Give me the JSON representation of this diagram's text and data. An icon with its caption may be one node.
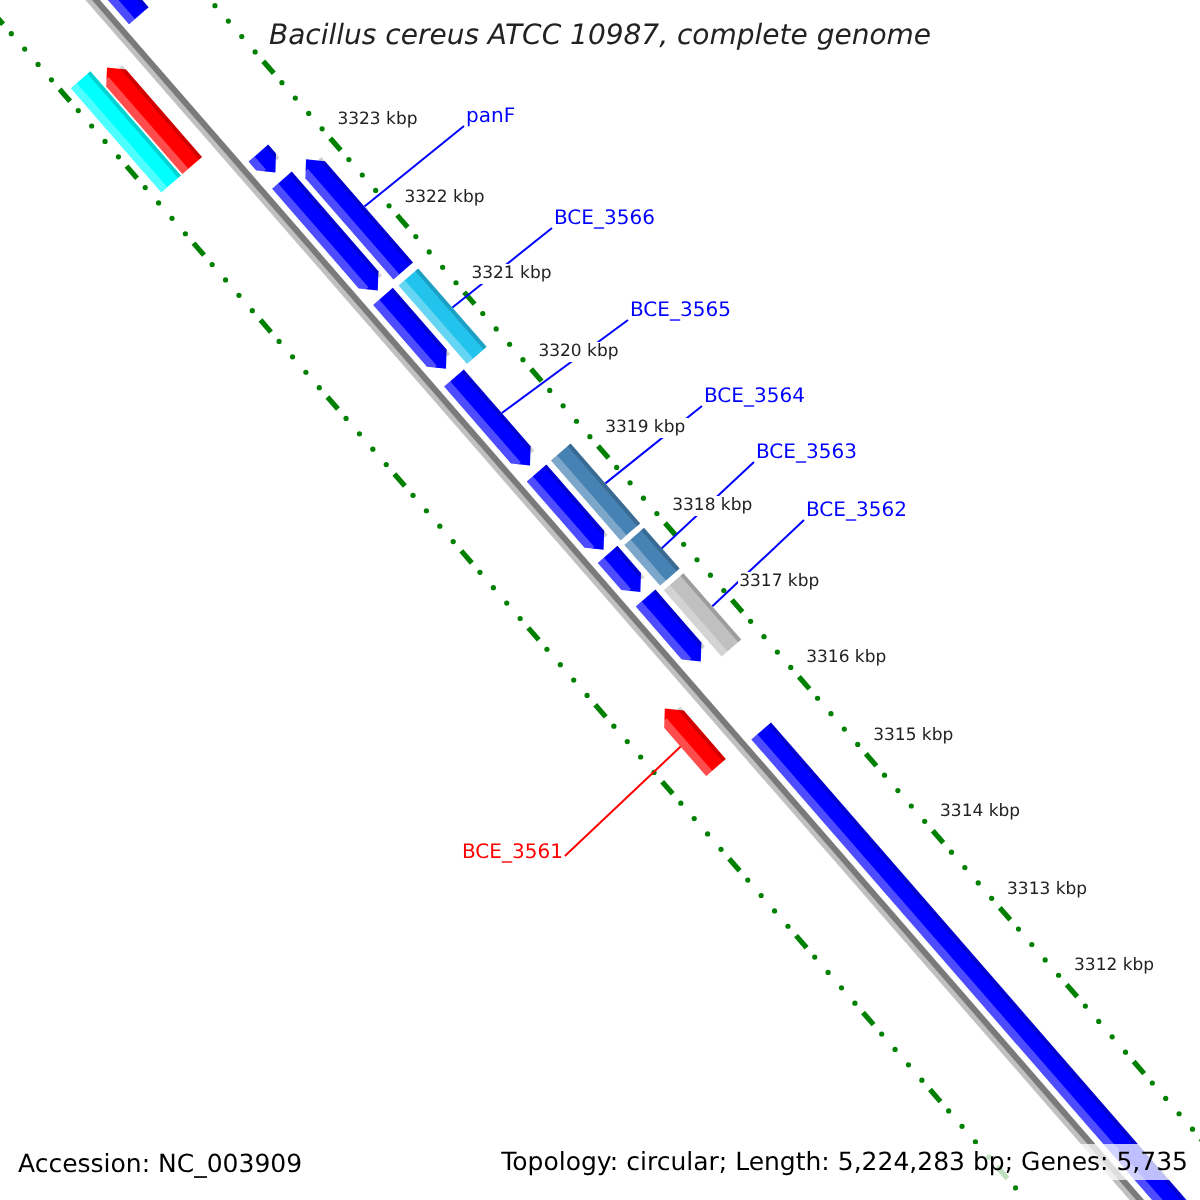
{
  "diagram": {
    "title": "Bacillus cereus ATCC 10987, complete genome",
    "nodes": [
      {
        "text": [],
        "shape": "box"
      },
      {
        "text": [],
        "shape": "box"
      },
      {
        "text": [],
        "shape": "arrow"
      },
      {
        "text": [
          "panF"
        ]
      },
      {
        "text": [],
        "shape": "arrow"
      },
      {
        "text": [],
        "shape": "arrow"
      },
      {
        "text": [],
        "shape": "arrow"
      },
      {
        "text": [
          "BCE_3566"
        ]
      },
      {
        "text": [],
        "shape": "box"
      },
      {
        "text": [],
        "shape": "arrow"
      },
      {
        "text": [
          "BCE_3565"
        ]
      },
      {
        "text": [],
        "shape": "arrow"
      },
      {
        "text": [
          "BCE_3564"
        ]
      },
      {
        "text": [],
        "shape": "box"
      },
      {
        "text": [],
        "shape": "arrow"
      },
      {
        "text": [
          "BCE_3563"
        ]
      },
      {
        "text": [],
        "shape": "box"
      },
      {
        "text": [],
        "shape": "arrow"
      },
      {
        "text": [
          "BCE_3562"
        ]
      },
      {
        "text": [],
        "shape": "box"
      },
      {
        "text": [],
        "shape": "arrow"
      },
      {
        "text": [],
        "shape": "arrow"
      },
      {
        "text": [],
        "shape": "arrow"
      },
      {
        "text": [
          "BCE_3561"
        ]
      }
    ],
    "edges": [
      {
        "from": 3,
        "to": 6,
        "arrow": "none"
      },
      {
        "from": 7,
        "to": 8,
        "arrow": "none"
      },
      {
        "from": 10,
        "to": 11,
        "arrow": "none"
      },
      {
        "from": 12,
        "to": 13,
        "arrow": "none"
      },
      {
        "from": 15,
        "to": 16,
        "arrow": "none"
      },
      {
        "from": 18,
        "to": 19,
        "arrow": "none"
      },
      {
        "from": 23,
        "to": 21,
        "arrow": "none",
        "color": "#ff0000"
      }
    ],
    "labels": [
      "3323 kbp",
      "3322 kbp",
      "3321 kbp",
      "3320 kbp",
      "3319 kbp",
      "3318 kbp",
      "3317 kbp",
      "3316 kbp",
      "3315 kbp",
      "3314 kbp",
      "3313 kbp",
      "3312 kbp",
      "Accession: NC_003909",
      "Topology: circular; Length: 5,224,283 bp; Genes: 5,735"
    ]
  }
}
